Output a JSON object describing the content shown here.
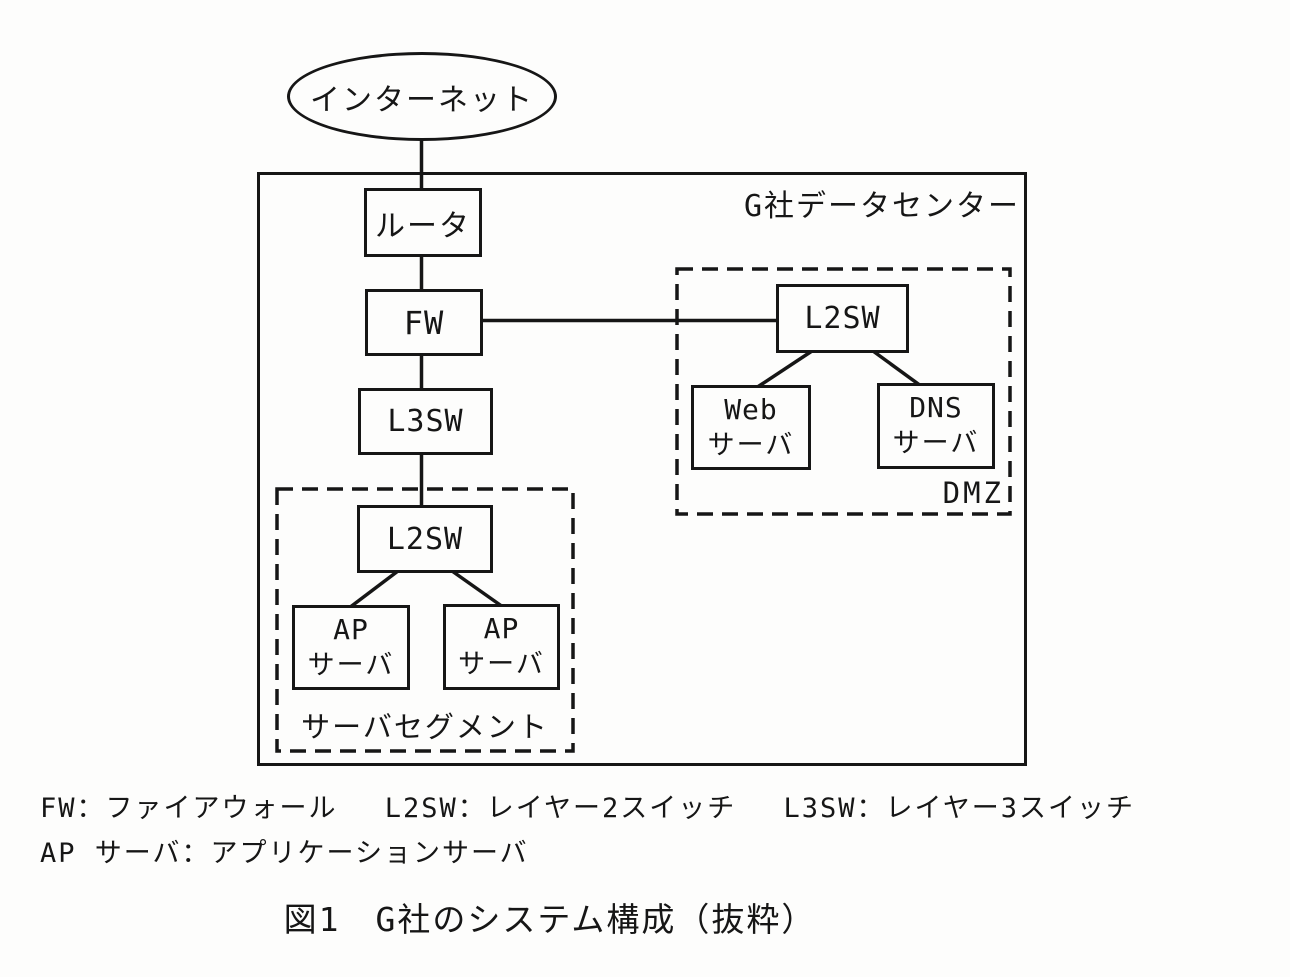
{
  "figure": {
    "caption": "図1　G社のシステム構成（抜粋）",
    "legend_line1": "FW：ファイアウォール　 L2SW：レイヤー2スイッチ　 L3SW：レイヤー3スイッチ",
    "legend_line2": "AP サーバ：アプリケーションサーバ"
  },
  "diagram": {
    "internet": {
      "label": "インターネット"
    },
    "datacenter": {
      "label": "G社データセンター"
    },
    "regions": {
      "dmz": {
        "label": "DMZ"
      },
      "server_segment": {
        "label": "サーバセグメント"
      }
    },
    "nodes": {
      "router": {
        "label": "ルータ"
      },
      "firewall": {
        "label": "FW"
      },
      "l3sw": {
        "label": "L3SW"
      },
      "l2sw_server_segment": {
        "label": "L2SW"
      },
      "l2sw_dmz": {
        "label": "L2SW"
      },
      "web_server": {
        "line1": "Web",
        "line2": "サーバ"
      },
      "dns_server": {
        "line1": "DNS",
        "line2": "サーバ"
      },
      "ap_server_1": {
        "line1": "AP",
        "line2": "サーバ"
      },
      "ap_server_2": {
        "line1": "AP",
        "line2": "サーバ"
      }
    }
  }
}
